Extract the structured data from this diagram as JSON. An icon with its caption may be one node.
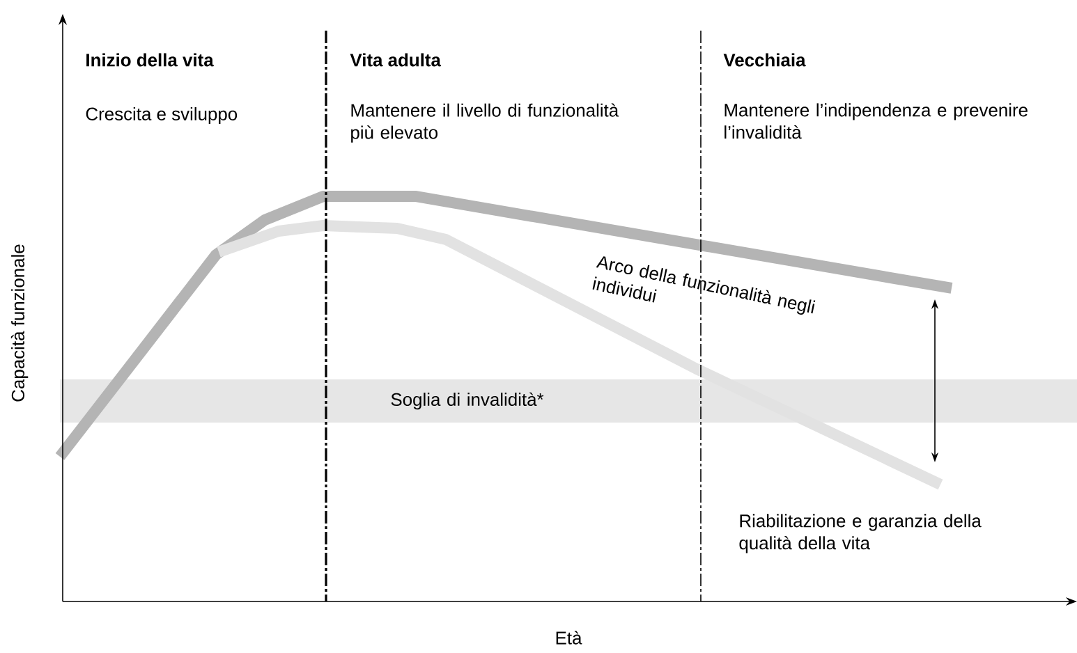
{
  "diagram": {
    "nodes": [
      {
        "text": [
          "Soglia di invalidità*"
        ]
      }
    ],
    "labels": [
      "Inizio della vita",
      "Vita adulta",
      "Vecchiaia",
      "Crescita e sviluppo",
      "Mantenere il livello di funzionalità più elevato",
      "Mantenere l’indipendenza e prevenire l’invalidità",
      "Capacità funzionale",
      "Arco della funzionalità negli individui",
      "Riabilitazione e garanzia della qualità della vita",
      "Età"
    ]
  }
}
